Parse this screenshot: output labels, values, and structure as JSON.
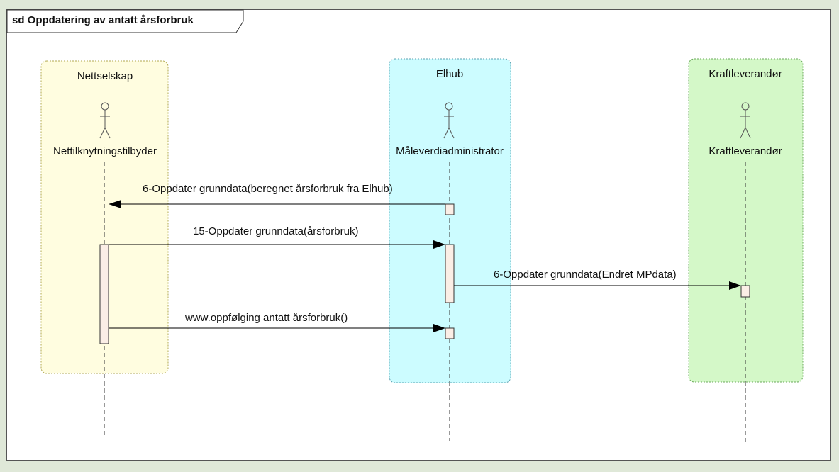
{
  "frame": {
    "title": "sd Oppdatering av antatt årsforbruk"
  },
  "partitions": [
    {
      "id": "nettselskap",
      "label": "Nettselskap",
      "actor": "Nettilknytningstilbyder",
      "fill": "#fffde0",
      "stroke": "#b0a850"
    },
    {
      "id": "elhub",
      "label": "Elhub",
      "actor": "Måleverdiadministrator",
      "fill": "#ccfcff",
      "stroke": "#5aa0b0"
    },
    {
      "id": "kraftleverandor",
      "label": "Kraftleverandør",
      "actor": "Kraftleverandør",
      "fill": "#d4f8c8",
      "stroke": "#6aaa5a"
    }
  ],
  "messages": [
    {
      "label": "6-Oppdater grunndata(beregnet årsforbruk fra Elhub)",
      "from": "elhub",
      "to": "nettselskap"
    },
    {
      "label": "15-Oppdater grunndata(årsforbruk)",
      "from": "nettselskap",
      "to": "elhub"
    },
    {
      "label": "6-Oppdater grunndata(Endret MPdata)",
      "from": "elhub",
      "to": "kraftleverandor"
    },
    {
      "label": "www.oppfølging antatt årsforbruk()",
      "from": "nettselskap",
      "to": "elhub"
    }
  ],
  "colors": {
    "background": "#dfe8d8",
    "activation_fill": "#fbeee6",
    "line": "#000000"
  }
}
